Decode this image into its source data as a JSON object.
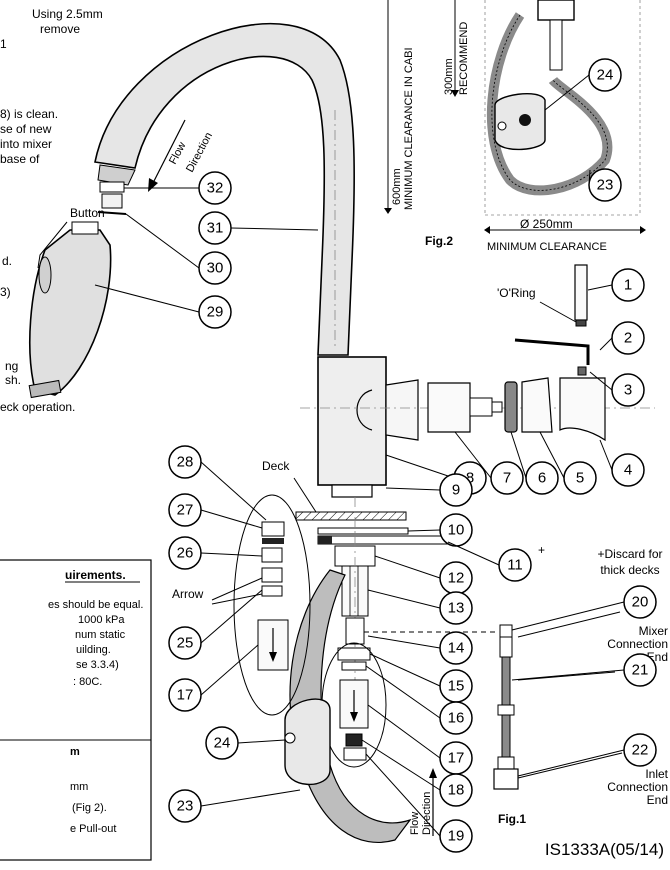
{
  "left_text": {
    "lines": [
      " Using 2.5mm",
      "remove",
      "1",
      "8) is clean.",
      "se of new",
      "into mixer",
      "base of",
      "d.",
      "3)",
      "ng",
      "sh.",
      "eck operation."
    ],
    "button_label": "Button"
  },
  "spout_labels": {
    "flow_direction_top": [
      "Flow",
      "Direction"
    ],
    "flow_direction_bottom": [
      "Flow",
      "Direction"
    ],
    "deck": "Deck",
    "arrow": "Arrow",
    "oring": "'O'Ring",
    "discard_plus": "+",
    "discard_note": [
      "+Discard for",
      "thick decks"
    ]
  },
  "fig2": {
    "clearance_cabinet": "600mm",
    "clearance_cabinet_sub": "MINIMUM CLEARANCE IN CABI",
    "recommend": "300mm",
    "recommend_sub": "RECOMMEND",
    "diameter": "Ø 250mm",
    "diameter_sub": "MINIMUM CLEARANCE",
    "fig_label": "Fig.2"
  },
  "fig1": {
    "fig_label": "Fig.1",
    "mixer_end": [
      "Mixer",
      "Connection",
      "End"
    ],
    "inlet_end": [
      "Inlet",
      "Connection",
      "End"
    ]
  },
  "requirements_box": {
    "title": "uirements.",
    "lines": [
      "es should be equal.",
      "1000 kPa",
      "num static",
      "uilding.",
      "se 3.3.4)",
      ": 80C."
    ],
    "section2_lines": [
      "m",
      "mm",
      "(Fig 2).",
      "e Pull-out"
    ]
  },
  "part_numbers": [
    "1",
    "2",
    "3",
    "4",
    "5",
    "6",
    "7",
    "8",
    "9",
    "10",
    "11",
    "12",
    "13",
    "14",
    "15",
    "16",
    "17",
    "17",
    "18",
    "19",
    "20",
    "21",
    "22",
    "23",
    "23",
    "24",
    "24",
    "25",
    "26",
    "27",
    "28",
    "29",
    "30",
    "31",
    "32"
  ],
  "doc_code": "IS1333A(05/14)"
}
